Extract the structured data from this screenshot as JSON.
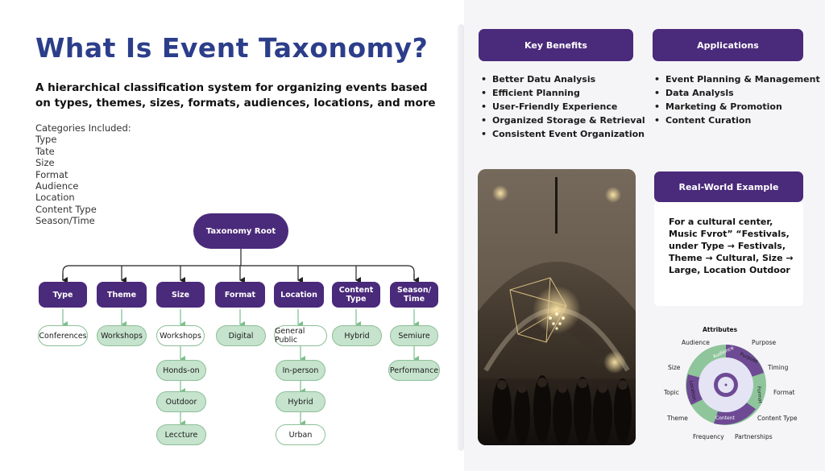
{
  "title": "What Is Event Taxonomy?",
  "subtitle": "A hierarchical  classification system for organizing events based on types, themes, sizes, formats, audiences, locations, and more",
  "categories_heading": "Categories Included:",
  "categories": [
    "Type",
    "Tate",
    "Size",
    "Format",
    "Audience",
    "Location",
    "Content Type",
    "Season/Time"
  ],
  "tree": {
    "root": "Taxonomy Root",
    "nodes": [
      {
        "label": "Type",
        "children": [
          "Conferences"
        ]
      },
      {
        "label": "Theme",
        "children": [
          "Workshops"
        ]
      },
      {
        "label": "Size",
        "children": [
          "Workshops",
          "Honds-on",
          "Outdoor",
          "Leccture"
        ]
      },
      {
        "label": "Format",
        "children": [
          "Digital"
        ]
      },
      {
        "label": "Location",
        "children": [
          "General Public",
          "In-person",
          "Hybrid",
          "Urban"
        ]
      },
      {
        "label": "Content Type",
        "children": [
          "Hybrid"
        ]
      },
      {
        "label": "Season/ Time",
        "children": [
          "Semiure",
          "Performance"
        ]
      }
    ]
  },
  "key_benefits": {
    "header": "Key Benefits",
    "items": [
      "Better Datu Analysis",
      "Efficient Planning",
      "User-Friendly Experience",
      "Organized Storage & Retrieval",
      "Consistent Event Organization"
    ]
  },
  "applications": {
    "header": "Applications",
    "items": [
      "Event Planning & Management",
      "Data Analysls",
      "Marketing & Promotion",
      "Content Curation"
    ]
  },
  "real_world": {
    "header": "Real-World Example",
    "text": "For a cultural center, Music Fvrot” “Festivals, under Type → Festivals, Theme → Cultural, Size → Large, Location Outdoor"
  },
  "attributes": {
    "title": "Attributes",
    "labels": [
      "Audience",
      "Purpose",
      "Size",
      "Timing",
      "Topic",
      "Format",
      "Theme",
      "Content Type",
      "Frequency",
      "Partnerships"
    ],
    "ring_labels": [
      "Audience",
      "Purpose",
      "Location",
      "Format",
      "Content"
    ]
  },
  "colors": {
    "primary": "#4a2a7a",
    "title": "#2c3e8a",
    "leaf_fill": "#c6e3cd",
    "leaf_border": "#8cbf98"
  }
}
